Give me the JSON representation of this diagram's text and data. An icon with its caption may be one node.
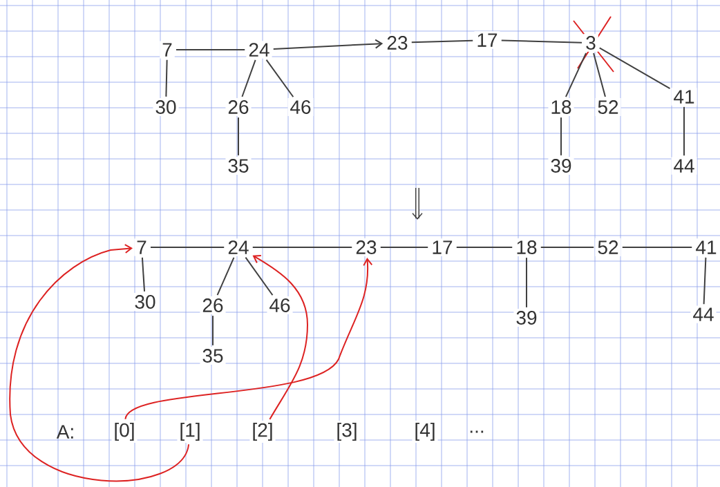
{
  "diagram": {
    "nodes": [
      {
        "text": [
          "7"
        ]
      },
      {
        "text": [
          "24"
        ]
      },
      {
        "text": [
          "23"
        ]
      },
      {
        "text": [
          "17"
        ]
      },
      {
        "text": [
          "3"
        ]
      },
      {
        "text": [
          "30"
        ]
      },
      {
        "text": [
          "26"
        ]
      },
      {
        "text": [
          "46"
        ]
      },
      {
        "text": [
          "35"
        ]
      },
      {
        "text": [
          "18"
        ]
      },
      {
        "text": [
          "52"
        ]
      },
      {
        "text": [
          "41"
        ]
      },
      {
        "text": [
          "39"
        ]
      },
      {
        "text": [
          "44"
        ]
      },
      {
        "text": [
          "7"
        ]
      },
      {
        "text": [
          "24"
        ]
      },
      {
        "text": [
          "23"
        ]
      },
      {
        "text": [
          "17"
        ]
      },
      {
        "text": [
          "18"
        ]
      },
      {
        "text": [
          "52"
        ]
      },
      {
        "text": [
          "41"
        ]
      },
      {
        "text": [
          "30"
        ]
      },
      {
        "text": [
          "26"
        ]
      },
      {
        "text": [
          "46"
        ]
      },
      {
        "text": [
          "35"
        ]
      },
      {
        "text": [
          "39"
        ]
      },
      {
        "text": [
          "44"
        ]
      },
      {
        "text": [
          "[0]"
        ]
      },
      {
        "text": [
          "[1]"
        ]
      },
      {
        "text": [
          "[2]"
        ]
      },
      {
        "text": [
          "[3]"
        ]
      },
      {
        "text": [
          "[4]"
        ]
      }
    ],
    "edges": [
      {
        "from": 0,
        "to": 1,
        "arrow": "none"
      },
      {
        "from": 1,
        "to": 2,
        "arrow": "to"
      },
      {
        "from": 2,
        "to": 3,
        "arrow": "none"
      },
      {
        "from": 3,
        "to": 4,
        "arrow": "none"
      },
      {
        "from": 0,
        "to": 5,
        "arrow": "none"
      },
      {
        "from": 1,
        "to": 6,
        "arrow": "none"
      },
      {
        "from": 1,
        "to": 7,
        "arrow": "none"
      },
      {
        "from": 6,
        "to": 8,
        "arrow": "none"
      },
      {
        "from": 4,
        "to": 9,
        "arrow": "none"
      },
      {
        "from": 4,
        "to": 10,
        "arrow": "none"
      },
      {
        "from": 4,
        "to": 11,
        "arrow": "none"
      },
      {
        "from": 9,
        "to": 12,
        "arrow": "none"
      },
      {
        "from": 11,
        "to": 13,
        "arrow": "none"
      },
      {
        "from": 14,
        "to": 15,
        "arrow": "none"
      },
      {
        "from": 15,
        "to": 16,
        "arrow": "none"
      },
      {
        "from": 16,
        "to": 17,
        "arrow": "none"
      },
      {
        "from": 17,
        "to": 18,
        "arrow": "none"
      },
      {
        "from": 18,
        "to": 19,
        "arrow": "none"
      },
      {
        "from": 19,
        "to": 20,
        "arrow": "none"
      },
      {
        "from": 14,
        "to": 21,
        "arrow": "none"
      },
      {
        "from": 15,
        "to": 22,
        "arrow": "none"
      },
      {
        "from": 15,
        "to": 23,
        "arrow": "none"
      },
      {
        "from": 22,
        "to": 24,
        "arrow": "none"
      },
      {
        "from": 18,
        "to": 25,
        "arrow": "none"
      },
      {
        "from": 20,
        "to": 26,
        "arrow": "none"
      },
      {
        "from": 27,
        "to": 16,
        "arrow": "to",
        "color": "#dd2222"
      },
      {
        "from": 28,
        "to": 14,
        "arrow": "to",
        "color": "#dd2222"
      },
      {
        "from": 29,
        "to": 15,
        "arrow": "to",
        "color": "#dd2222"
      }
    ],
    "labels": [
      "A:",
      "..."
    ]
  }
}
